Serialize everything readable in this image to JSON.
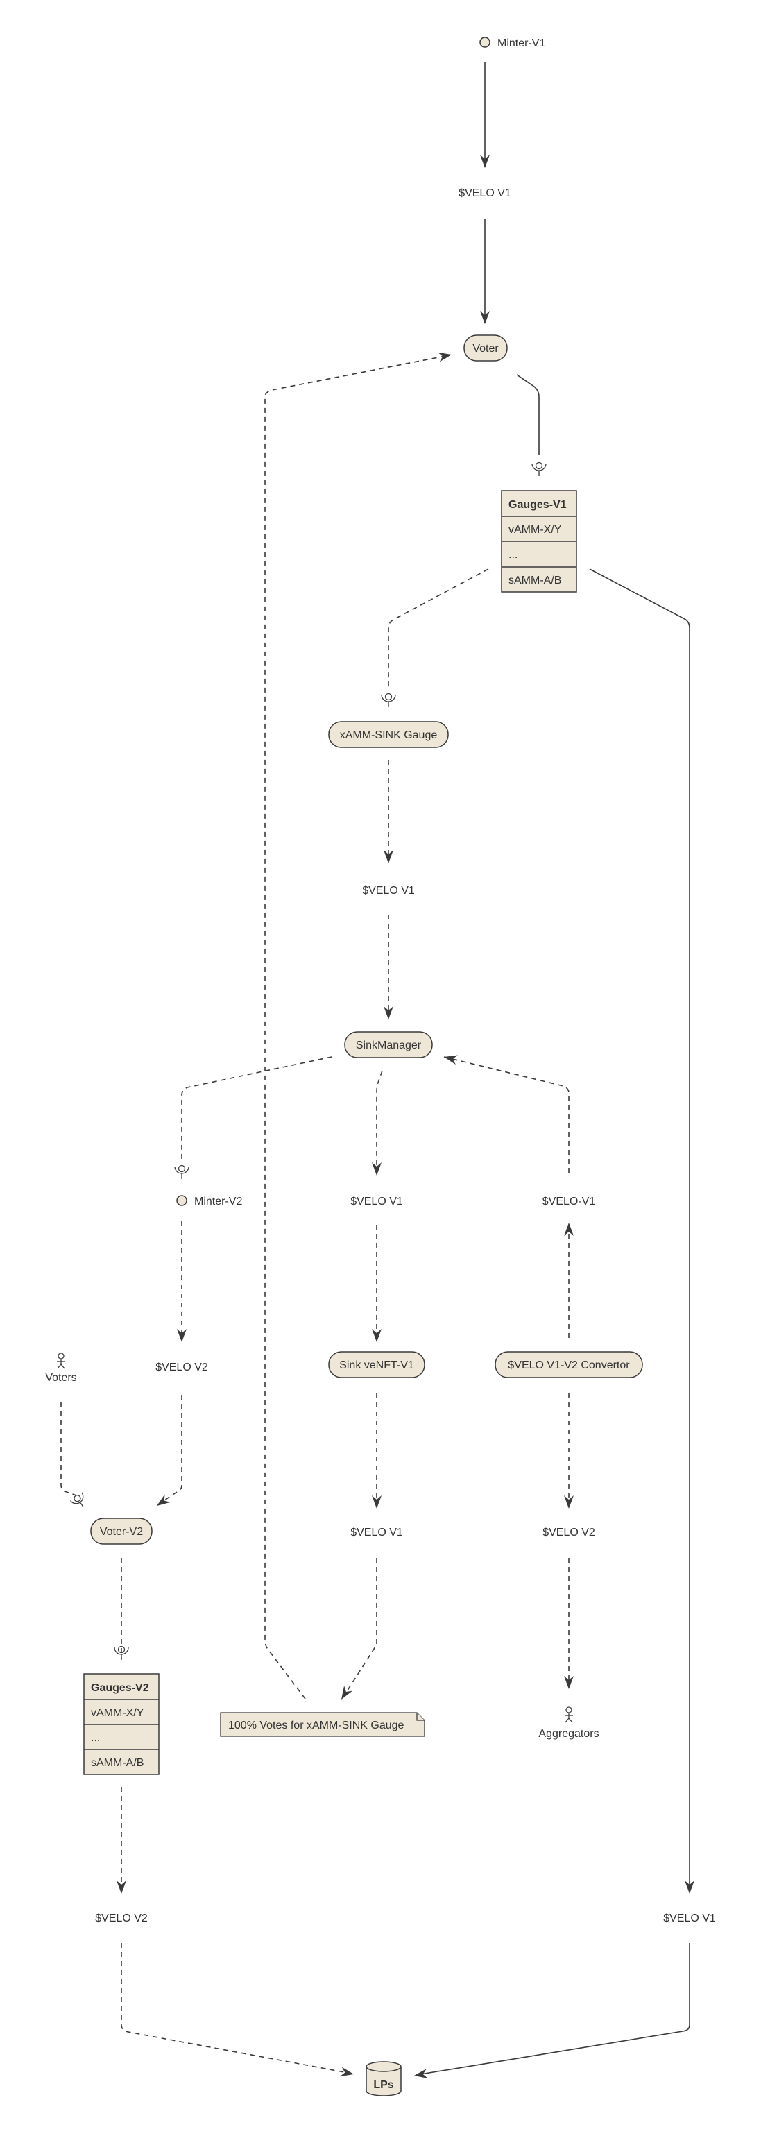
{
  "nodes": {
    "minter_v1": "Minter-V1",
    "velo_v1_top": "$VELO V1",
    "voter": "Voter",
    "gauges_v1": {
      "title": "Gauges-V1",
      "rows": [
        "vAMM-X/Y",
        "...",
        "sAMM-A/B"
      ]
    },
    "xamm_sink_gauge": "xAMM-SINK Gauge",
    "velo_v1_after_sink_gauge": "$VELO V1",
    "sink_manager": "SinkManager",
    "minter_v2": "Minter-V2",
    "velo_v1_mid": "$VELO V1",
    "velo_v1_dash_right": "$VELO-V1",
    "voters": "Voters",
    "velo_v2_left": "$VELO V2",
    "sink_venft_v1": "Sink veNFT-V1",
    "convertor": "$VELO V1-V2 Convertor",
    "voter_v2": "Voter-V2",
    "velo_v1_lower": "$VELO V1",
    "velo_v2_right": "$VELO V2",
    "gauges_v2": {
      "title": "Gauges-V2",
      "rows": [
        "vAMM-X/Y",
        "...",
        "sAMM-A/B"
      ]
    },
    "votes_note": "100% Votes for xAMM-SINK Gauge",
    "aggregators": "Aggregators",
    "velo_v2_bottom": "$VELO V2",
    "velo_v1_bottom_right": "$VELO V1",
    "lps": "LPs"
  },
  "colors": {
    "node_fill": "#eee6d6",
    "stroke": "#3a3a3a",
    "text": "#333333"
  },
  "icons": {
    "minter": "circle-icon",
    "interface": "socket-icon",
    "actor": "stick-figure-icon",
    "database": "cylinder-icon",
    "note": "folded-note-icon"
  }
}
